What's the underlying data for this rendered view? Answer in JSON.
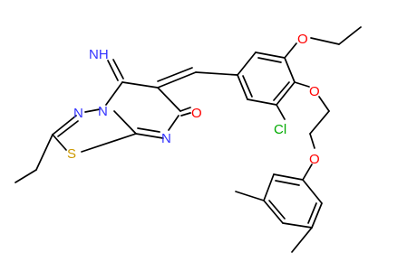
{
  "atom_labels": {
    "imine": "NH",
    "n_ring_upper": "N",
    "n_ring_bridge": "N",
    "n_ring_lower": "N",
    "sulfur": "S",
    "carbonyl_oxygen": "O",
    "chlorine": "Cl",
    "ethoxy_oxygen": "O",
    "ether_oxygen_1": "O",
    "ether_oxygen_2": "O"
  },
  "colors": {
    "carbon_bond": "#000000",
    "nitrogen": "#3333ff",
    "oxygen": "#ff0000",
    "sulfur": "#cc9900",
    "chlorine": "#00aa00"
  }
}
